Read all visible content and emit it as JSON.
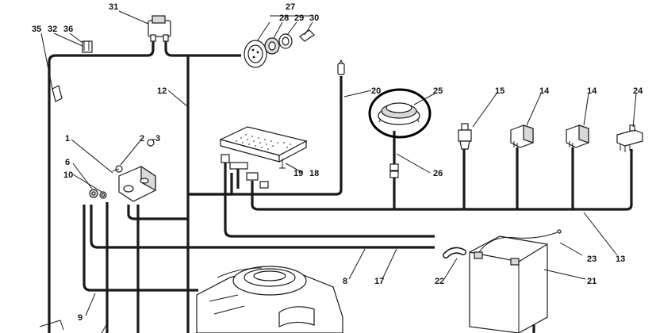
{
  "diagram": {
    "callouts": {
      "c1": "1",
      "c2": "2",
      "c3": "3",
      "c6": "6",
      "c8": "8",
      "c9": "9",
      "c10": "10",
      "c12": "12",
      "c13": "13",
      "c14a": "14",
      "c14b": "14",
      "c15": "15",
      "c17": "17",
      "c18": "18",
      "c19": "19",
      "c20": "20",
      "c21": "21",
      "c22": "22",
      "c23": "23",
      "c24": "24",
      "c25": "25",
      "c26": "26",
      "c27": "27",
      "c28": "28",
      "c29": "29",
      "c30": "30",
      "c31": "31",
      "c32": "32",
      "c35": "35",
      "c36": "36"
    },
    "highlight_color": "#000000"
  }
}
